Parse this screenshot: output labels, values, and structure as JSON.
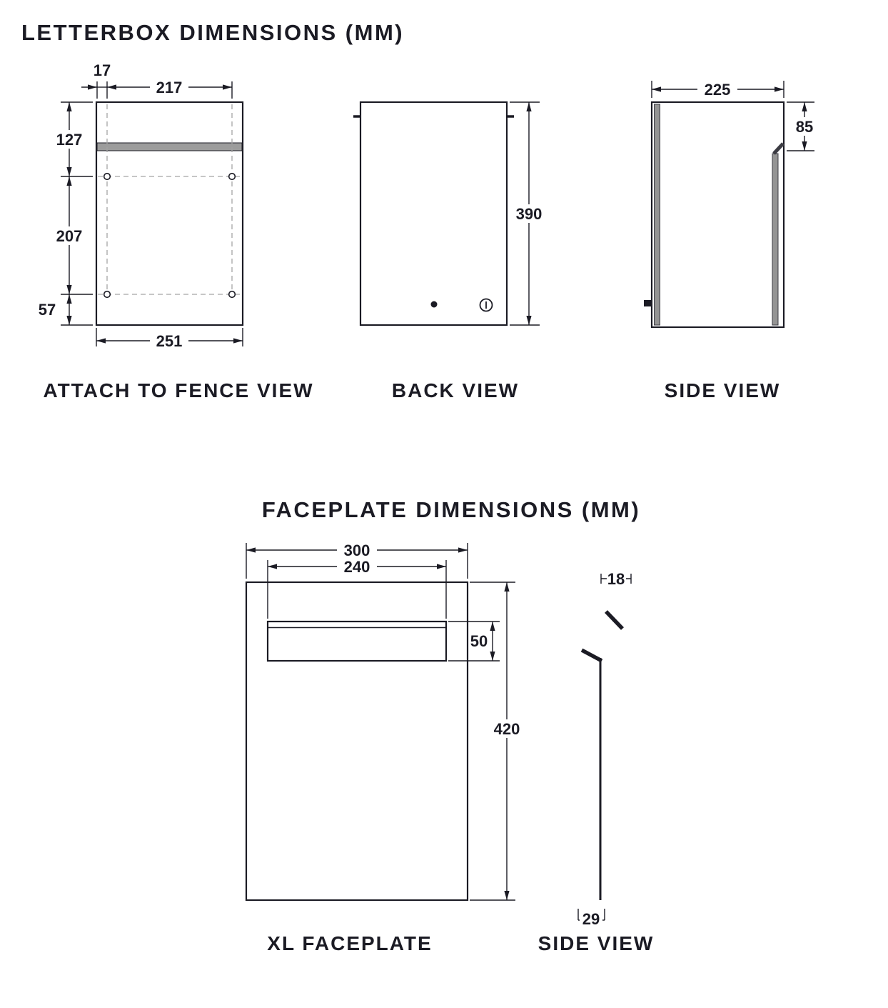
{
  "letterbox": {
    "title": "LETTERBOX DIMENSIONS (MM)",
    "fence_view": {
      "label": "ATTACH TO FENCE VIEW",
      "dim_flange": "17",
      "dim_inner_width": "217",
      "dim_top_to_hole": "127",
      "dim_hole_spacing": "207",
      "dim_hole_to_bottom": "57",
      "dim_overall_width": "251"
    },
    "back_view": {
      "label": "BACK VIEW",
      "dim_height": "390"
    },
    "side_view": {
      "label": "SIDE VIEW",
      "dim_depth": "225",
      "dim_top_gap": "85"
    }
  },
  "faceplate": {
    "title": "FACEPLATE DIMENSIONS (MM)",
    "xl_view": {
      "label": "XL FACEPLATE",
      "dim_width": "300",
      "dim_slot_width": "240",
      "dim_slot_height": "50",
      "dim_height": "420"
    },
    "side_view": {
      "label": "SIDE VIEW",
      "dim_top_lip": "18",
      "dim_bottom_lip": "29"
    }
  },
  "colors": {
    "ink": "#1b1b24",
    "gray_fill": "#949494",
    "dash_gray": "#a3a3a3"
  }
}
